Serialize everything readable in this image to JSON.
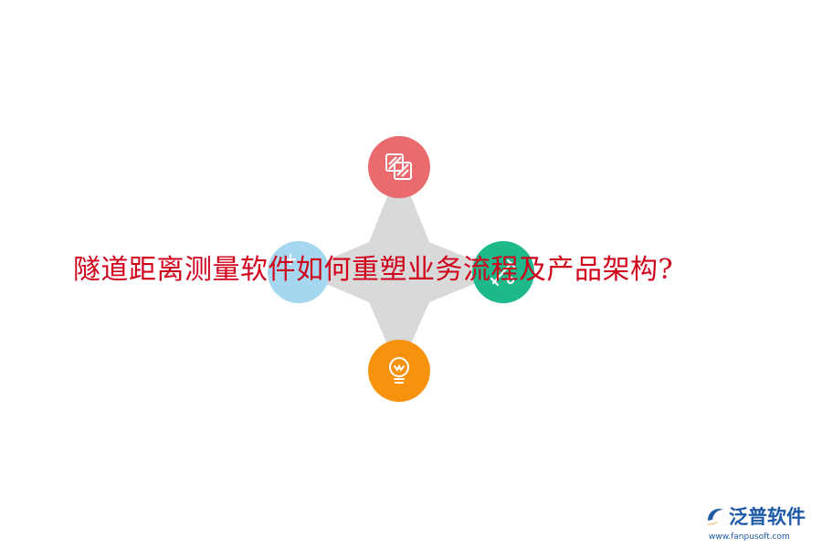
{
  "title": "隧道距离测量软件如何重塑业务流程及产品架构?",
  "nodes": [
    {
      "id": "top",
      "icon": "layers-icon",
      "color": "#ea6b6e"
    },
    {
      "id": "left",
      "icon": "unknown-icon",
      "color": "#a5d8f0"
    },
    {
      "id": "right",
      "icon": "tools-icon",
      "color": "#1db98a"
    },
    {
      "id": "bottom",
      "icon": "lightbulb-icon",
      "color": "#f7920f"
    }
  ],
  "star_color": "#d9d9d9",
  "title_color": "#d0021b",
  "logo": {
    "name": "泛普软件",
    "url": "www.fanpusoft.com",
    "color": "#1e5aa8",
    "accent": "#f28c28"
  }
}
